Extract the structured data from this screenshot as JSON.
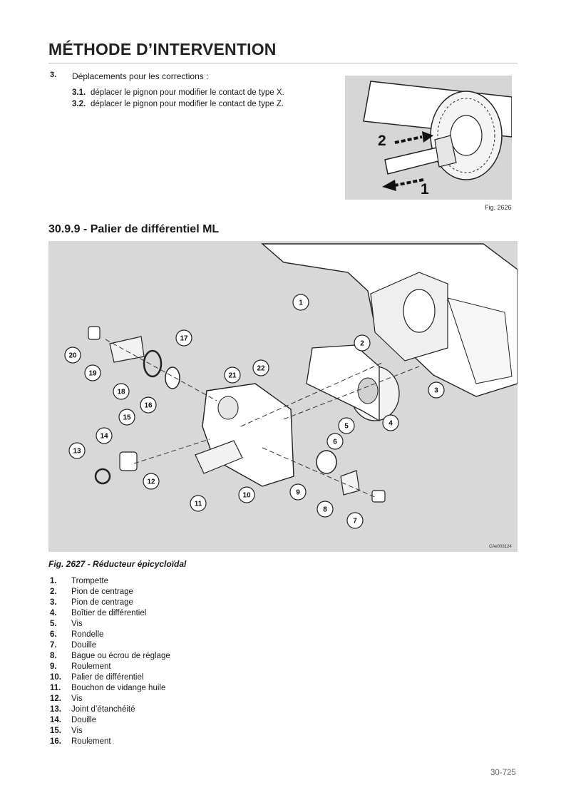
{
  "header": {
    "title": "MÉTHODE D’INTERVENTION"
  },
  "step3": {
    "number": "3.",
    "text": "Déplacements pour les corrections :",
    "items": [
      {
        "num": "3.1.",
        "text": "déplacer le pignon pour modifier le contact de type X."
      },
      {
        "num": "3.2.",
        "text": "déplacer le pignon pour modifier le contact de type Z."
      }
    ]
  },
  "fig2626": {
    "caption": "Fig. 2626",
    "arrow_labels": [
      "2",
      "1"
    ]
  },
  "section": {
    "title": "30.9.9 - Palier de différentiel ML"
  },
  "fig2627": {
    "caption": "Fig. 2627 - Réducteur épicycloïdal",
    "code": "CAe003124",
    "callouts": [
      "1",
      "2",
      "3",
      "4",
      "5",
      "6",
      "7",
      "8",
      "9",
      "10",
      "11",
      "12",
      "13",
      "14",
      "15",
      "16",
      "17",
      "18",
      "19",
      "20",
      "21",
      "22"
    ]
  },
  "legend": [
    {
      "num": "1.",
      "text": "Trompette"
    },
    {
      "num": "2.",
      "text": "Pion de centrage"
    },
    {
      "num": "3.",
      "text": "Pion de centrage"
    },
    {
      "num": "4.",
      "text": "Boîtier de différentiel"
    },
    {
      "num": "5.",
      "text": "Vis"
    },
    {
      "num": "6.",
      "text": "Rondelle"
    },
    {
      "num": "7.",
      "text": "Douille"
    },
    {
      "num": "8.",
      "text": "Bague ou écrou de réglage"
    },
    {
      "num": "9.",
      "text": "Roulement"
    },
    {
      "num": "10.",
      "text": "Palier de différentiel"
    },
    {
      "num": "11.",
      "text": "Bouchon de vidange huile"
    },
    {
      "num": "12.",
      "text": "Vis"
    },
    {
      "num": "13.",
      "text": "Joint d’étanchéité"
    },
    {
      "num": "14.",
      "text": "Douille"
    },
    {
      "num": "15.",
      "text": "Vis"
    },
    {
      "num": "16.",
      "text": "Roulement"
    }
  ],
  "footer": {
    "page_number": "30-725"
  }
}
